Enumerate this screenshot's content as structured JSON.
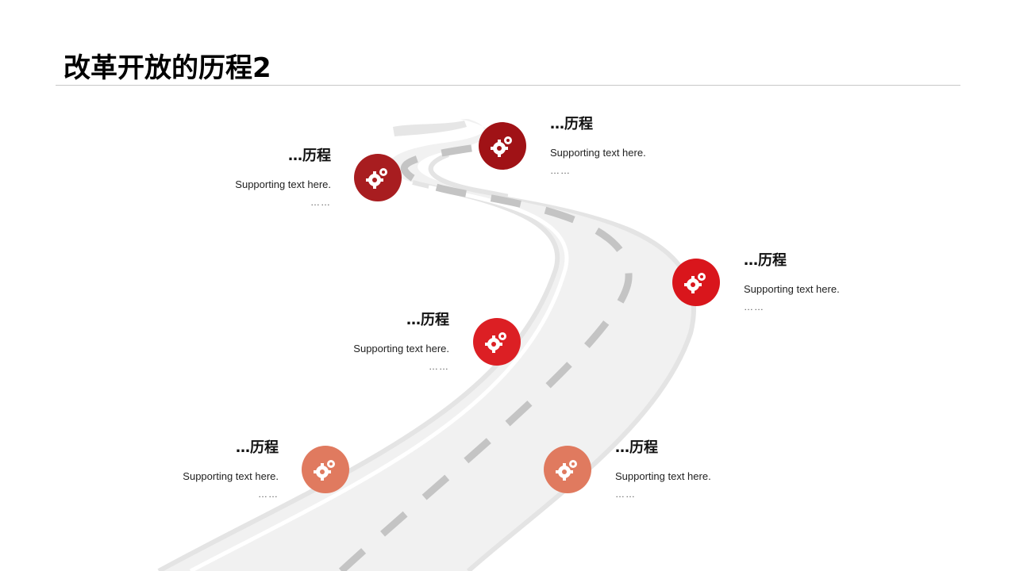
{
  "slide": {
    "title": "改革开放的历程2"
  },
  "milestones": [
    {
      "heading": "…历程",
      "text": "Supporting  text here.",
      "more": "……",
      "color": "#a81d20",
      "icon": "gears-icon"
    },
    {
      "heading": "…历程",
      "text": "Supporting  text here.",
      "more": "……",
      "color": "#a01216",
      "icon": "gears-icon"
    },
    {
      "heading": "…历程",
      "text": "Supporting  text here.",
      "more": "……",
      "color": "#d9161c",
      "icon": "gears-icon"
    },
    {
      "heading": "…历程",
      "text": "Supporting  text here.",
      "more": "……",
      "color": "#dc1f24",
      "icon": "gears-icon"
    },
    {
      "heading": "…历程",
      "text": "Supporting  text here.",
      "more": "……",
      "color": "#e07a5f",
      "icon": "gears-icon"
    },
    {
      "heading": "…历程",
      "text": "Supporting  text here.",
      "more": "……",
      "color": "#e07a5f",
      "icon": "gears-icon"
    }
  ],
  "colors": {
    "road": "#f0f0f0",
    "road_dash": "#c4c4c4",
    "divider": "#c8c8c8"
  }
}
